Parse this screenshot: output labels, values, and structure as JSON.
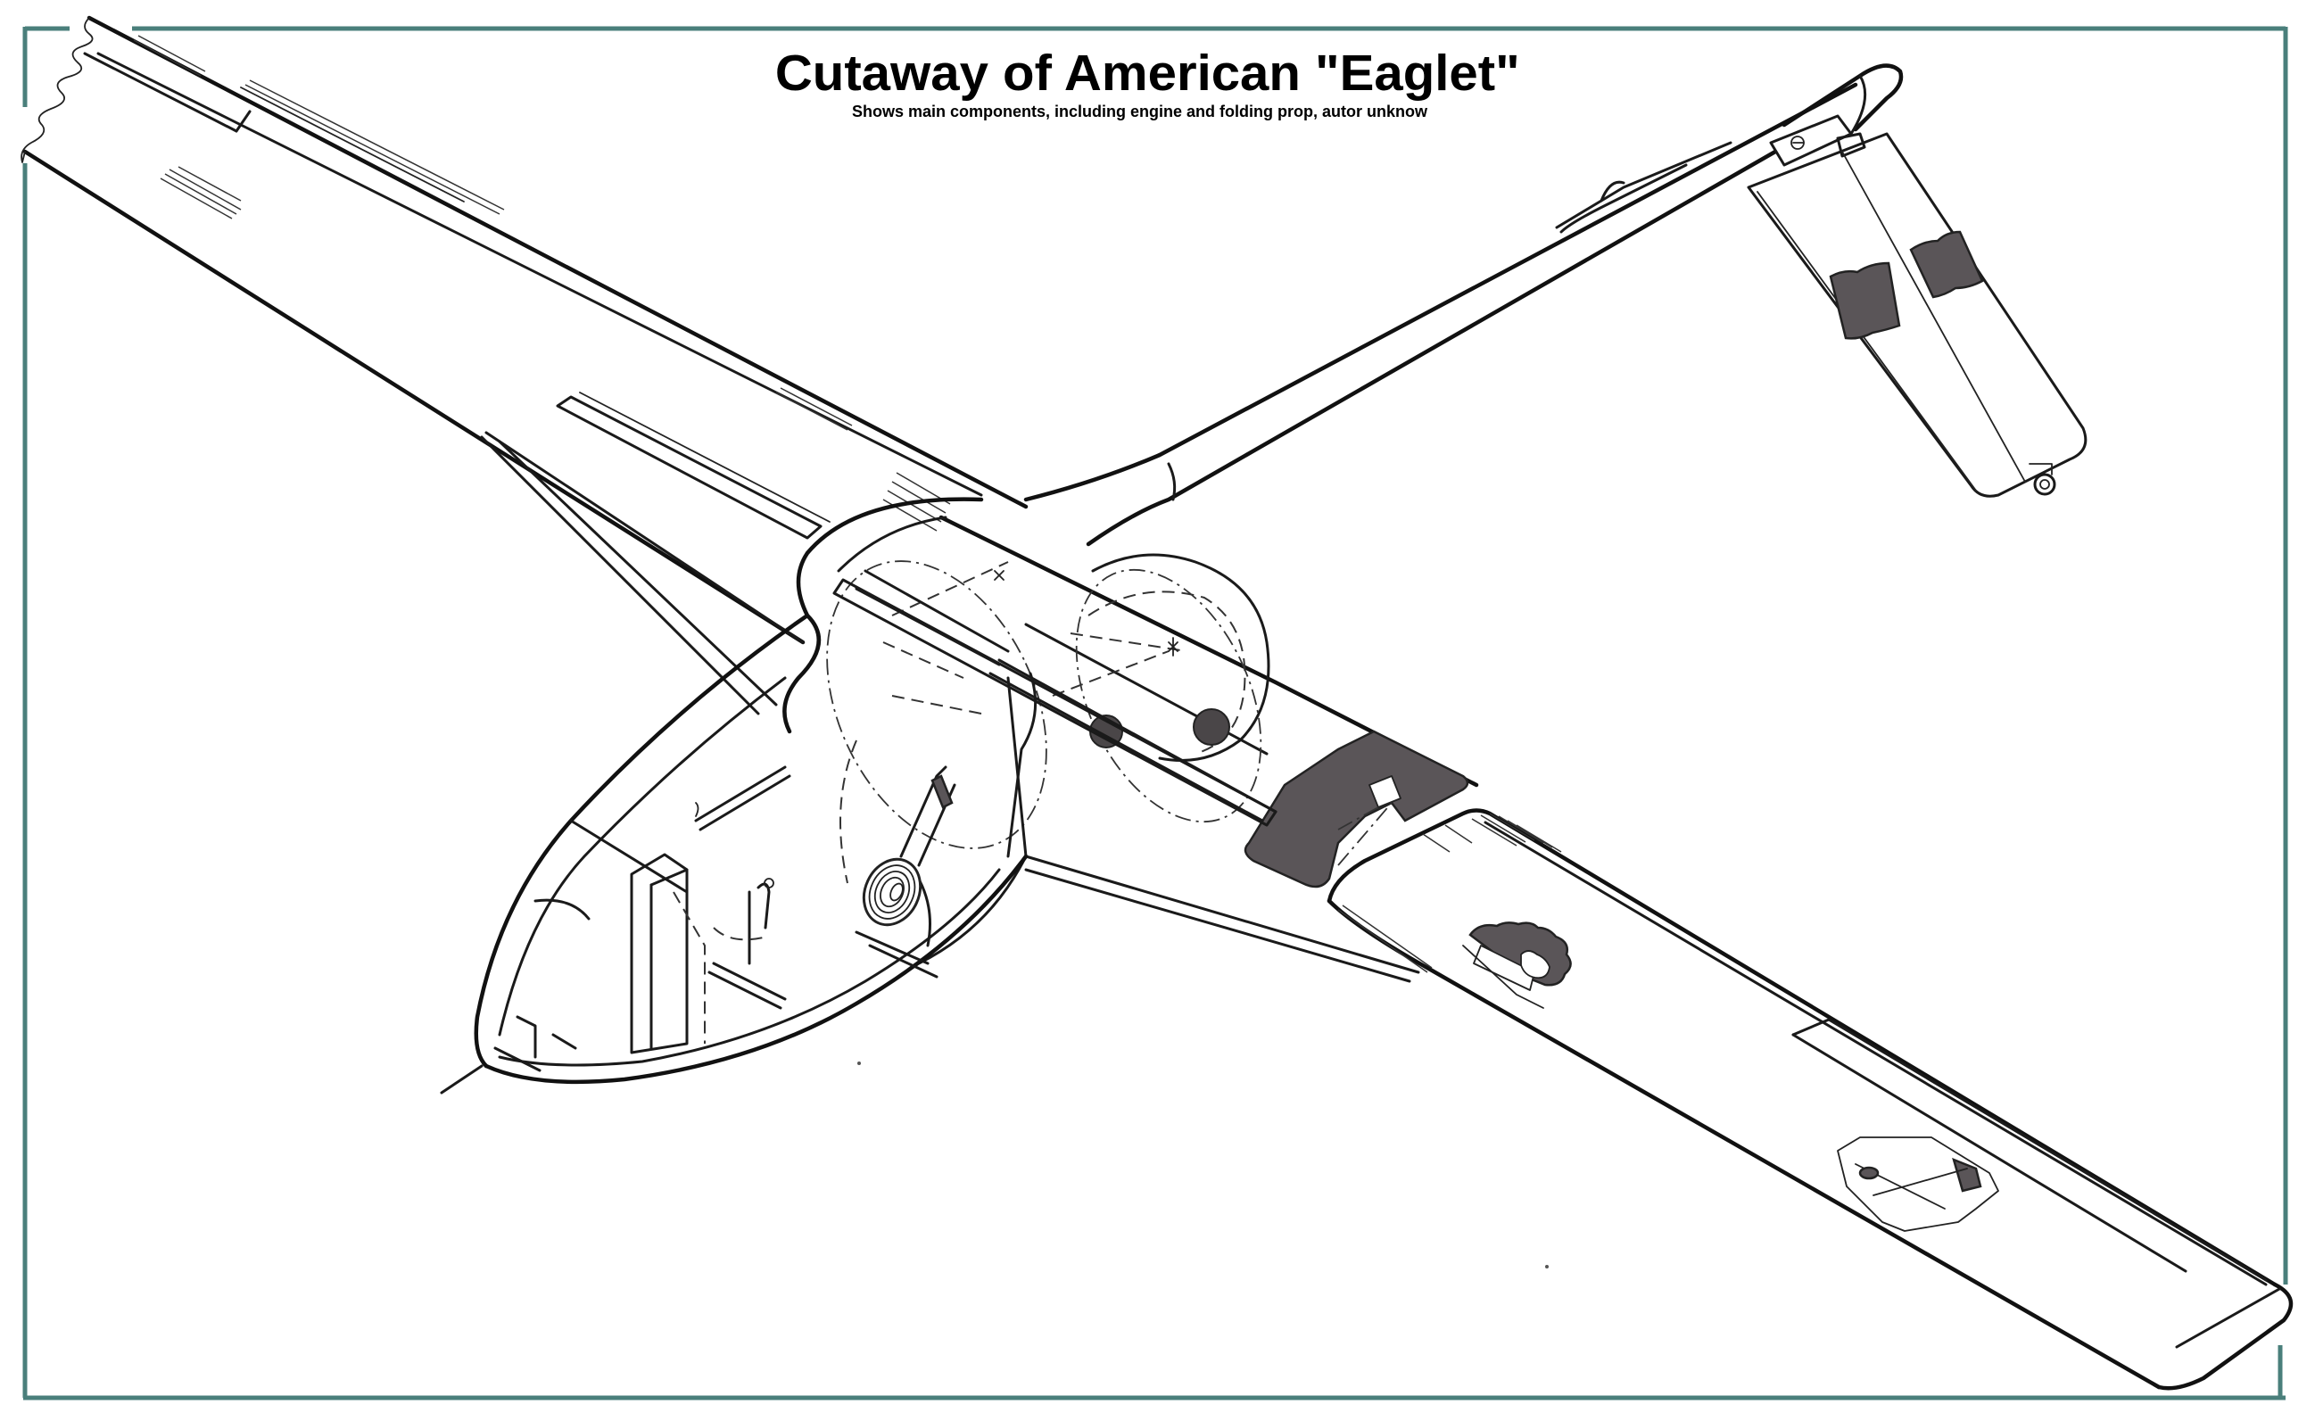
{
  "header": {
    "title": "Cutaway of American \"Eaglet\"",
    "subtitle": "Shows main components, including engine and folding prop, autor unknow"
  },
  "frame": {
    "border_color": "#4a7f7b",
    "background": "#ffffff"
  },
  "drawing": {
    "subject": "glider-cutaway",
    "style": "black line-art with grey shaded cutaway sections",
    "components": [
      {
        "id": "left-wing",
        "label": "Left wing (tip cut off, wavy break line)"
      },
      {
        "id": "right-wing",
        "label": "Right wing with cutaway aileron hinge bays"
      },
      {
        "id": "fuselage-nose",
        "label": "Cockpit / nose section with canopy frame"
      },
      {
        "id": "instrument-panel",
        "label": "Instrument panel box"
      },
      {
        "id": "engine",
        "label": "Engine (coil-finned cylinder) behind seat"
      },
      {
        "id": "folding-prop",
        "label": "Folding propeller (dashed retract arcs)"
      },
      {
        "id": "wing-struts",
        "label": "Wing lift struts"
      },
      {
        "id": "tail-boom",
        "label": "Tail boom"
      },
      {
        "id": "tailplane",
        "label": "Horizontal tail / elevator with shaded cutaway"
      },
      {
        "id": "wing-root-cutaway",
        "label": "Shaded wing-root fitting cutaway"
      }
    ],
    "shade_color": "#5a5558",
    "line_color": "#1a1a1a"
  }
}
